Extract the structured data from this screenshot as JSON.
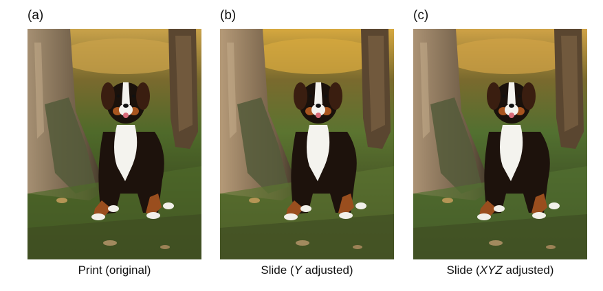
{
  "panels": [
    {
      "label": "(a)",
      "caption": {
        "before": "Print (original)",
        "italic": "",
        "after": ""
      },
      "tone": {
        "sky": "#c9a24a",
        "grass": "#4f6a2a",
        "shade": "#2c3118",
        "trunk": "#a58f72",
        "bark": "#6b5a44"
      }
    },
    {
      "label": "(b)",
      "caption": {
        "before": "Slide (",
        "italic": "Y",
        "after": " adjusted)"
      },
      "tone": {
        "sky": "#d6a83f",
        "grass": "#5b7430",
        "shade": "#2f3219",
        "trunk": "#b59a78",
        "bark": "#735f47"
      }
    },
    {
      "label": "(c)",
      "caption": {
        "before": "Slide (",
        "italic": "XYZ",
        "after": " adjusted)"
      },
      "tone": {
        "sky": "#cfa246",
        "grass": "#527030",
        "shade": "#2b3118",
        "trunk": "#ab9274",
        "bark": "#6d5b45"
      }
    }
  ]
}
